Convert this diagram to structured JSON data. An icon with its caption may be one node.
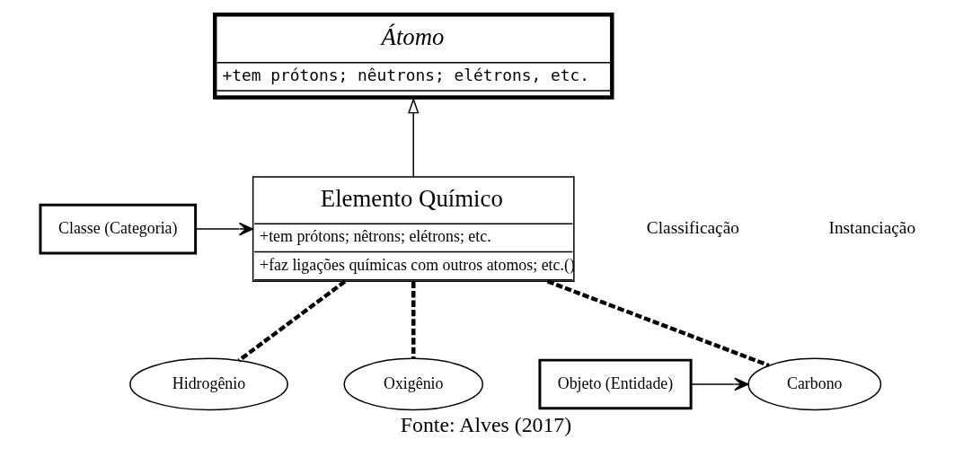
{
  "diagram": {
    "caption": "Fonte: Alves (2017)",
    "nodes": [
      {
        "text": [
          "Átomo",
          "+tem prótons; nêutrons; elétrons, etc."
        ]
      },
      {
        "text": [
          "Elemento Químico",
          "+tem prótons; nêtrons; elétrons; etc.",
          "+faz ligações químicas com outros atomos; etc.()"
        ]
      },
      {
        "text": [
          "Hidrogênio"
        ]
      },
      {
        "text": [
          "Oxigênio"
        ]
      },
      {
        "text": [
          "Carbono"
        ]
      },
      {
        "text": [
          "Classe (Categoria)"
        ]
      },
      {
        "text": [
          "Objeto (Entidade)"
        ]
      }
    ],
    "edges": [
      {
        "from": 1,
        "to": 0,
        "arrow": "to"
      },
      {
        "from": 2,
        "to": 1,
        "arrow": "none",
        "style": "dashed"
      },
      {
        "from": 3,
        "to": 1,
        "arrow": "none",
        "style": "dashed"
      },
      {
        "from": 4,
        "to": 1,
        "arrow": "none",
        "style": "dashed"
      },
      {
        "from": 5,
        "to": 1,
        "arrow": "to"
      },
      {
        "from": 6,
        "to": 4,
        "arrow": "to"
      }
    ],
    "labels": [
      "Classificação",
      "Instanciação"
    ]
  }
}
